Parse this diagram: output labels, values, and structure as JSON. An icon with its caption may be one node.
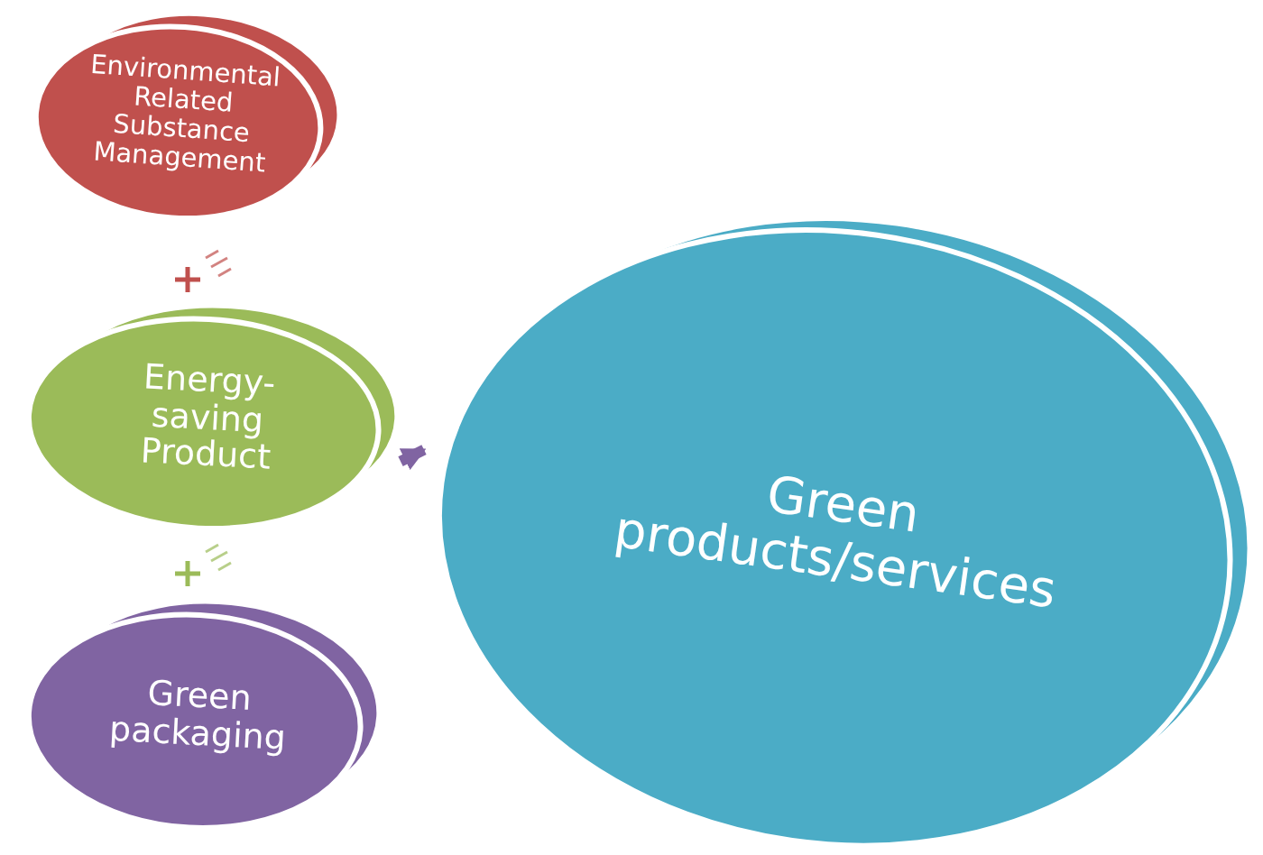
{
  "diagram": {
    "nodes": [
      {
        "text": [
          "Environmental Related Substance Management"
        ]
      },
      {
        "text": [
          "Energy-saving Product"
        ]
      },
      {
        "text": [
          "Green packaging"
        ]
      },
      {
        "text": [
          "Green products/services"
        ]
      }
    ],
    "edges": [
      {
        "from": 1,
        "to": 3,
        "arrow": "to"
      }
    ]
  }
}
